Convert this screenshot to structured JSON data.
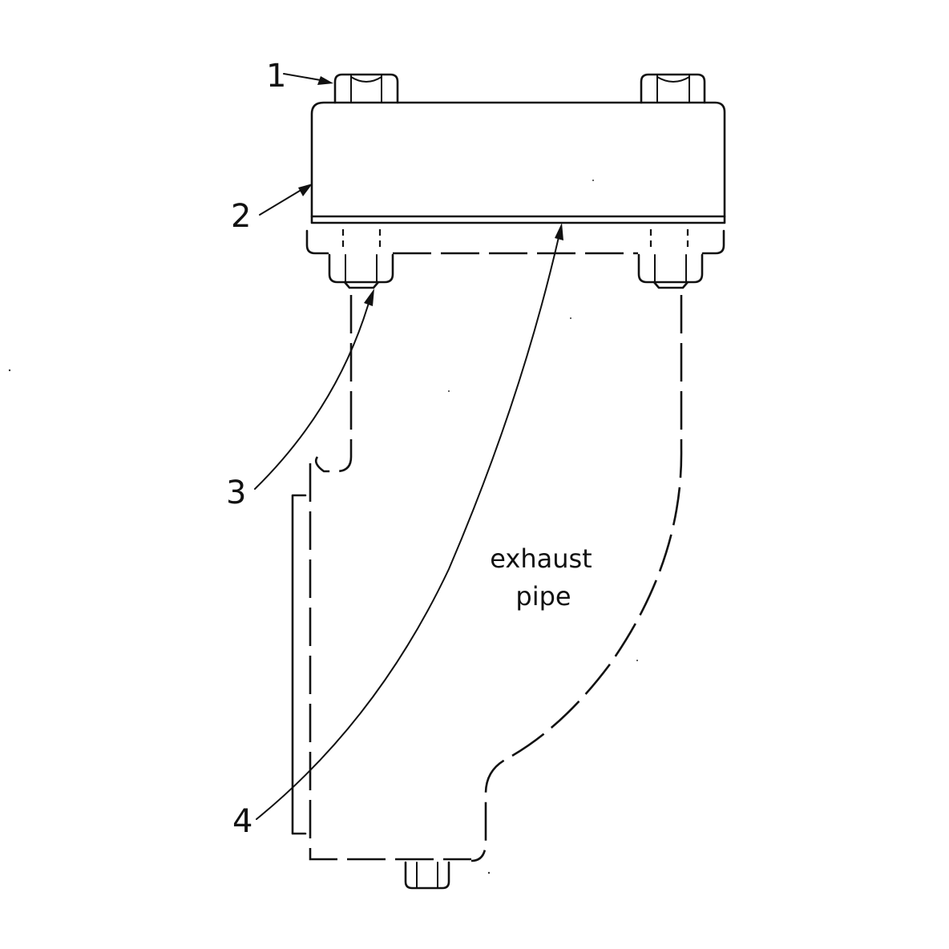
{
  "callouts": {
    "one": "1",
    "two": "2",
    "three": "3",
    "four": "4"
  },
  "pipe_label": {
    "line1": "exhaust",
    "line2": "pipe"
  },
  "colors": {
    "ink": "#111111",
    "paper": "#ffffff"
  }
}
